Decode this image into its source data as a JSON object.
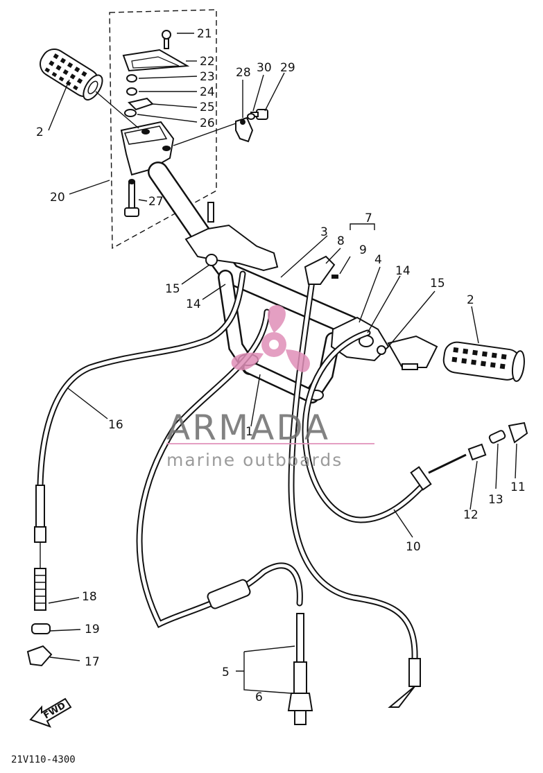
{
  "diagram": {
    "callouts": [
      {
        "id": "c21",
        "text": "21"
      },
      {
        "id": "c22",
        "text": "22"
      },
      {
        "id": "c23",
        "text": "23"
      },
      {
        "id": "c24",
        "text": "24"
      },
      {
        "id": "c25",
        "text": "25"
      },
      {
        "id": "c26",
        "text": "26"
      },
      {
        "id": "c28",
        "text": "28"
      },
      {
        "id": "c30",
        "text": "30"
      },
      {
        "id": "c29",
        "text": "29"
      },
      {
        "id": "c2a",
        "text": "2"
      },
      {
        "id": "c20",
        "text": "20"
      },
      {
        "id": "c27",
        "text": "27"
      },
      {
        "id": "c7",
        "text": "7"
      },
      {
        "id": "c3",
        "text": "3"
      },
      {
        "id": "c8",
        "text": "8"
      },
      {
        "id": "c9",
        "text": "9"
      },
      {
        "id": "c4",
        "text": "4"
      },
      {
        "id": "c14a",
        "text": "14"
      },
      {
        "id": "c15a",
        "text": "15"
      },
      {
        "id": "c2b",
        "text": "2"
      },
      {
        "id": "c15b",
        "text": "15"
      },
      {
        "id": "c14b",
        "text": "14"
      },
      {
        "id": "c16",
        "text": "16"
      },
      {
        "id": "c1",
        "text": "1"
      },
      {
        "id": "c11",
        "text": "11"
      },
      {
        "id": "c13",
        "text": "13"
      },
      {
        "id": "c12",
        "text": "12"
      },
      {
        "id": "c10",
        "text": "10"
      },
      {
        "id": "c18",
        "text": "18"
      },
      {
        "id": "c19",
        "text": "19"
      },
      {
        "id": "c17",
        "text": "17"
      },
      {
        "id": "c5",
        "text": "5"
      },
      {
        "id": "c6",
        "text": "6"
      }
    ],
    "direction_badge": "FWD",
    "drawing_code": "21V110-4300"
  },
  "watermark": {
    "brand": "ARMADA",
    "tagline": "marine outboards",
    "logo_color": "#e08fb8",
    "text_color": "#6d6d6d"
  }
}
